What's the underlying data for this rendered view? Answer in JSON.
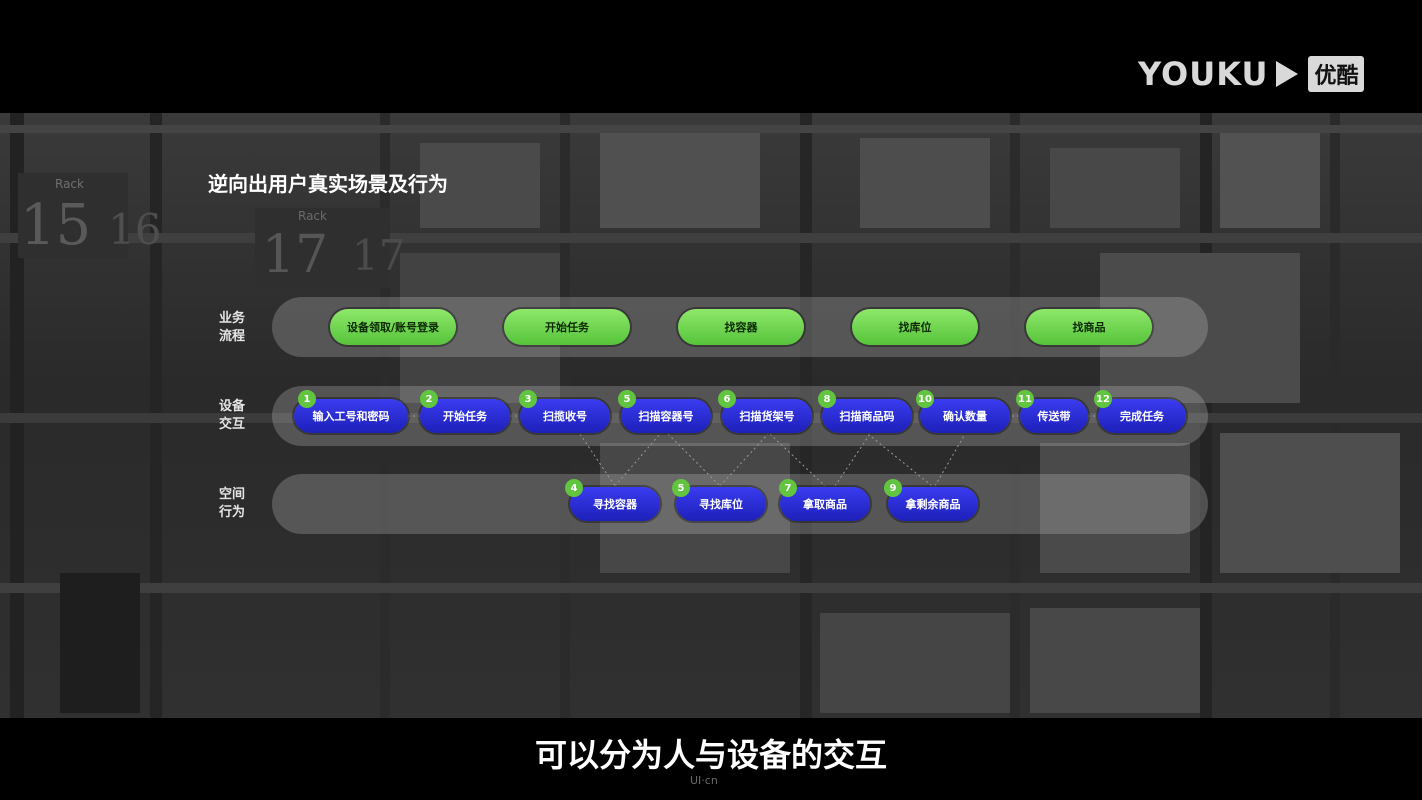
{
  "logo": {
    "word": "YOUKU",
    "cn": "优酷"
  },
  "title": "逆向出用户真实场景及行为",
  "rows": [
    {
      "label": "业务流程"
    },
    {
      "label": "设备交互"
    },
    {
      "label": "空间行为"
    }
  ],
  "business_flow": [
    "设备领取/账号登录",
    "开始任务",
    "找容器",
    "找库位",
    "找商品"
  ],
  "device_steps": [
    {
      "n": "1",
      "label": "输入工号和密码"
    },
    {
      "n": "2",
      "label": "开始任务"
    },
    {
      "n": "3",
      "label": "扫揽收号"
    },
    {
      "n": "5",
      "label": "扫描容器号"
    },
    {
      "n": "6",
      "label": "扫描货架号"
    },
    {
      "n": "8",
      "label": "扫描商品码"
    },
    {
      "n": "10",
      "label": "确认数量"
    },
    {
      "n": "11",
      "label": "传送带"
    },
    {
      "n": "12",
      "label": "完成任务"
    }
  ],
  "space_steps": [
    {
      "n": "4",
      "label": "寻找容器"
    },
    {
      "n": "5",
      "label": "寻找库位"
    },
    {
      "n": "7",
      "label": "拿取商品"
    },
    {
      "n": "9",
      "label": "拿剩余商品"
    }
  ],
  "background_signs": [
    "Rack",
    "15",
    "16",
    "Rack",
    "17",
    "17"
  ],
  "subtitle": "可以分为人与设备的交互",
  "watermark": "UI·cn",
  "colors": {
    "green": "#5fcb3f",
    "blue": "#2a2dd8",
    "band": "#5a5a5a"
  }
}
